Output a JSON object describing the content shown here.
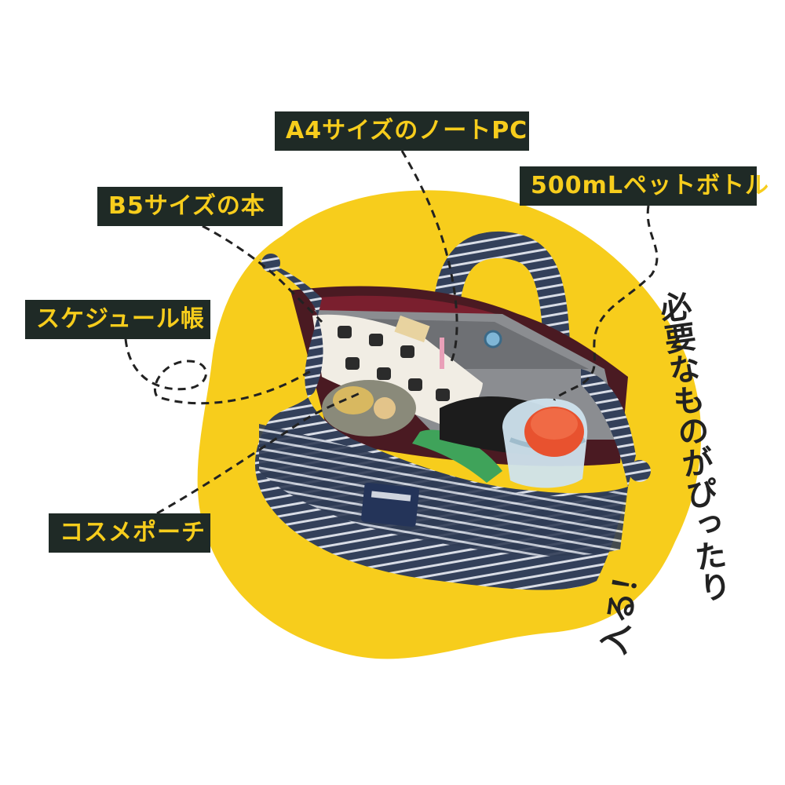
{
  "labels": {
    "a4_laptop": "A4サイズのノートPC",
    "bottle_500ml": "500mLペットボトル",
    "b5_book": "B5サイズの本",
    "schedule_book": "スケジュール帳",
    "cosme_pouch": "コスメポーチ"
  },
  "caption": {
    "vertical_text": "必要なものがぴったり",
    "curved_text": "入る！"
  },
  "colors": {
    "accent_yellow": "#f7cd1c",
    "label_bg": "#1f2a26",
    "stripe_navy": "#33405a",
    "bottle_cap": "#e8522f"
  }
}
